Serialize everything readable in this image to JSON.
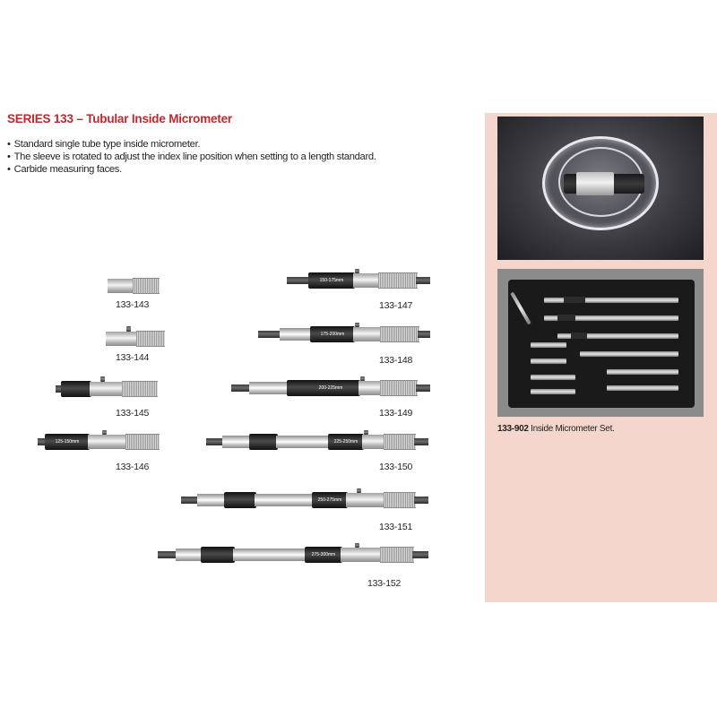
{
  "title": "SERIES 133 – Tubular Inside Micrometer",
  "bullets": [
    "Standard single tube type inside micrometer.",
    "The sleeve is rotated to adjust the index line position when setting to a length standard.",
    "Carbide measuring faces."
  ],
  "products": [
    {
      "code": "133-143"
    },
    {
      "code": "133-144"
    },
    {
      "code": "133-145"
    },
    {
      "code": "133-146",
      "range": "125-150mm"
    },
    {
      "code": "133-147",
      "range": "150-175mm"
    },
    {
      "code": "133-148",
      "range": "175-200mm"
    },
    {
      "code": "133-149",
      "range": "200-225mm"
    },
    {
      "code": "133-150",
      "range": "225-250mm"
    },
    {
      "code": "133-151",
      "range": "250-275mm"
    },
    {
      "code": "133-152",
      "range": "275-300mm"
    }
  ],
  "set_caption": {
    "code": "133-902",
    "text": " Inside Micrometer Set."
  },
  "colors": {
    "title_red": "#c0282d",
    "sidebar_bg": "#f4d6cd"
  }
}
